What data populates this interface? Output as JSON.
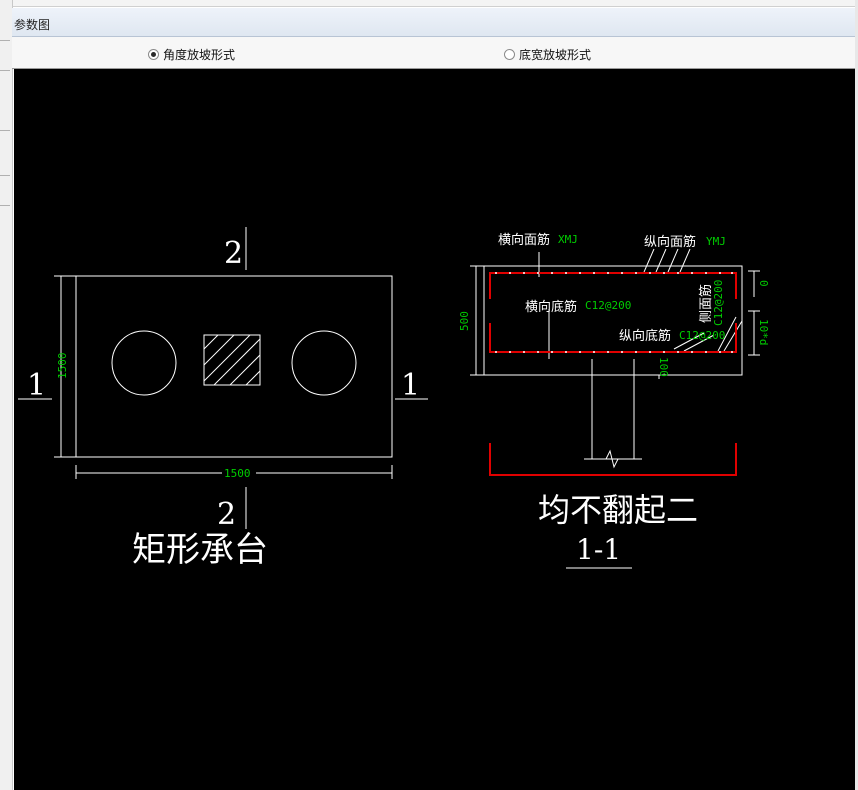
{
  "window": {
    "title": "参数图"
  },
  "options": {
    "angle_label": "角度放坡形式",
    "bottom_width_label": "底宽放坡形式",
    "selected": "angle"
  },
  "colors": {
    "background": "#000000",
    "lines": "#ffffff",
    "annotation": "#00cc00",
    "rebar": "#e00000"
  },
  "drawing": {
    "plan": {
      "section_mark_top": "2",
      "section_mark_bottom": "2",
      "section_mark_left": "1",
      "section_mark_right": "1",
      "dim_height": "1500",
      "dim_width": "1500",
      "title": "矩形承台"
    },
    "section": {
      "label_transverse_top": "横向面筋",
      "value_transverse_top": "XMJ",
      "label_longitudinal_top": "纵向面筋",
      "value_longitudinal_top": "YMJ",
      "label_transverse_bottom": "横向底筋",
      "value_transverse_bottom": "C12@200",
      "label_longitudinal_bottom": "纵向底筋",
      "value_longitudinal_bottom": "C12@200",
      "label_side": "侧面筋",
      "value_side": "C12@200",
      "dim_height": "500",
      "dim_cover_top": "0",
      "dim_cover_side": "10*d",
      "dim_bottom": "100",
      "subtitle": "均不翻起二",
      "title": "1-1"
    }
  }
}
